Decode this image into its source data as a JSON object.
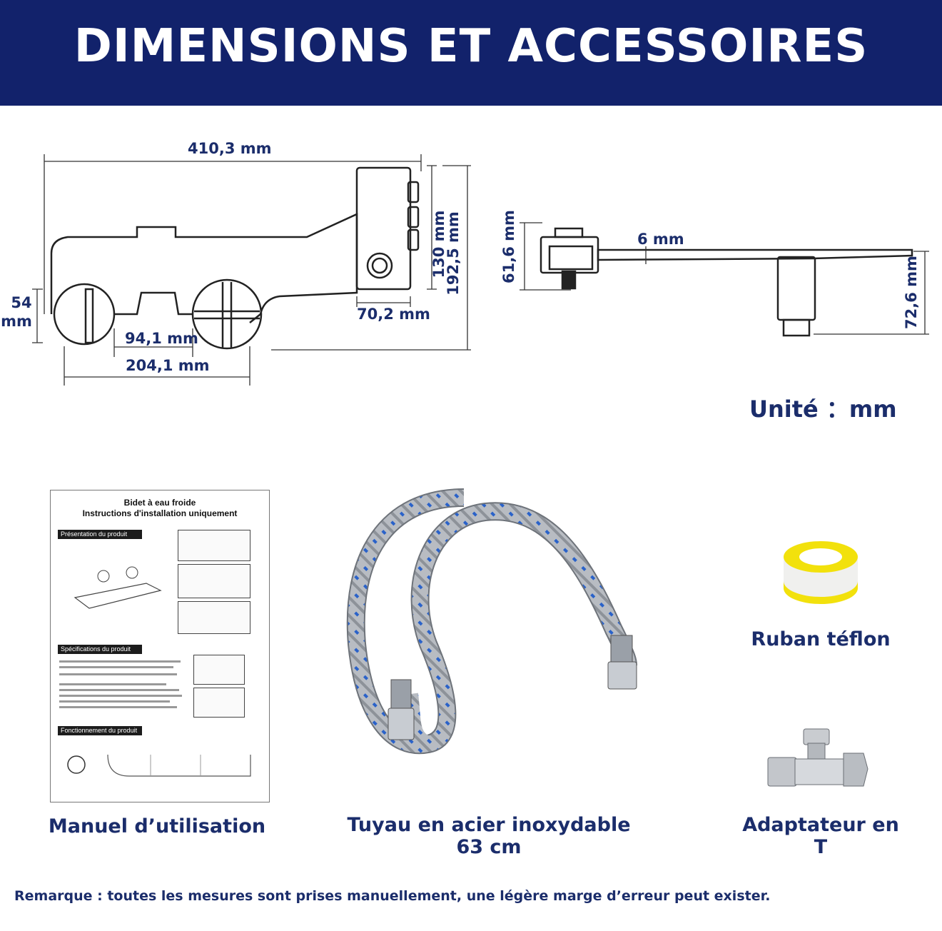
{
  "banner": {
    "title": "DIMENSIONS ET ACCESSOIRES"
  },
  "dimensions": {
    "total_length": "410,3 mm",
    "height_130": "130 mm",
    "height_192": "192,5 mm",
    "width_70": "70,2 mm",
    "h54_line1": "54",
    "h54_line2": "mm",
    "gap_94": "94,1 mm",
    "span_204": "204,1 mm",
    "side_61": "61,6 mm",
    "thickness_6": "6 mm",
    "side_72": "72,6 mm"
  },
  "unit_label": "Unité ：mm",
  "manual": {
    "title_line1": "Bidet à eau froide",
    "title_line2": "Instructions d'installation uniquement",
    "sections": [
      "Présentation du produit",
      "Spécifications du produit",
      "Fonctionnement du produit"
    ]
  },
  "captions": {
    "manual": "Manuel d’utilisation",
    "hose_line1": "Tuyau en acier inoxydable",
    "hose_line2": "63 cm",
    "tape": "Ruban téflon",
    "adapter": "Adaptateur en T"
  },
  "note": "Remarque : toutes les mesures sont prises manuellement, une légère marge d’erreur peut exister.",
  "colors": {
    "navy": "#12226b",
    "text": "#1b2d6b",
    "hose_accent": "#2a62c9",
    "tape": "#f2e10c"
  }
}
